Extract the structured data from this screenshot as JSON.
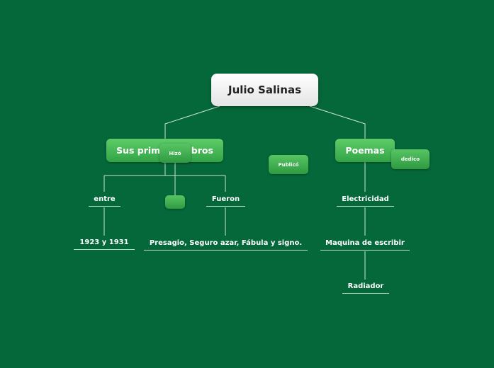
{
  "root": {
    "label": "Julio Salinas"
  },
  "topics": {
    "primeros": {
      "label": "Sus primeros libros"
    },
    "poemas": {
      "label": "Poemas"
    }
  },
  "relations": {
    "hizo": "Hizó",
    "publico": "Publicó",
    "dedico": "dedico",
    "empty": ""
  },
  "leaves": {
    "entre": "entre",
    "years": "1923 y 1931",
    "fueron": "Fueron",
    "books": "Presagio, Seguro azar, Fábula y signo.",
    "electricidad": "Electricidad",
    "maquina": "Maquina de escribir",
    "radiador": "Radiador"
  },
  "colors": {
    "background": "#05683a",
    "node_green": "#4dbb5a",
    "root_fill": "#ffffff",
    "connector": "#c8e6cf"
  }
}
